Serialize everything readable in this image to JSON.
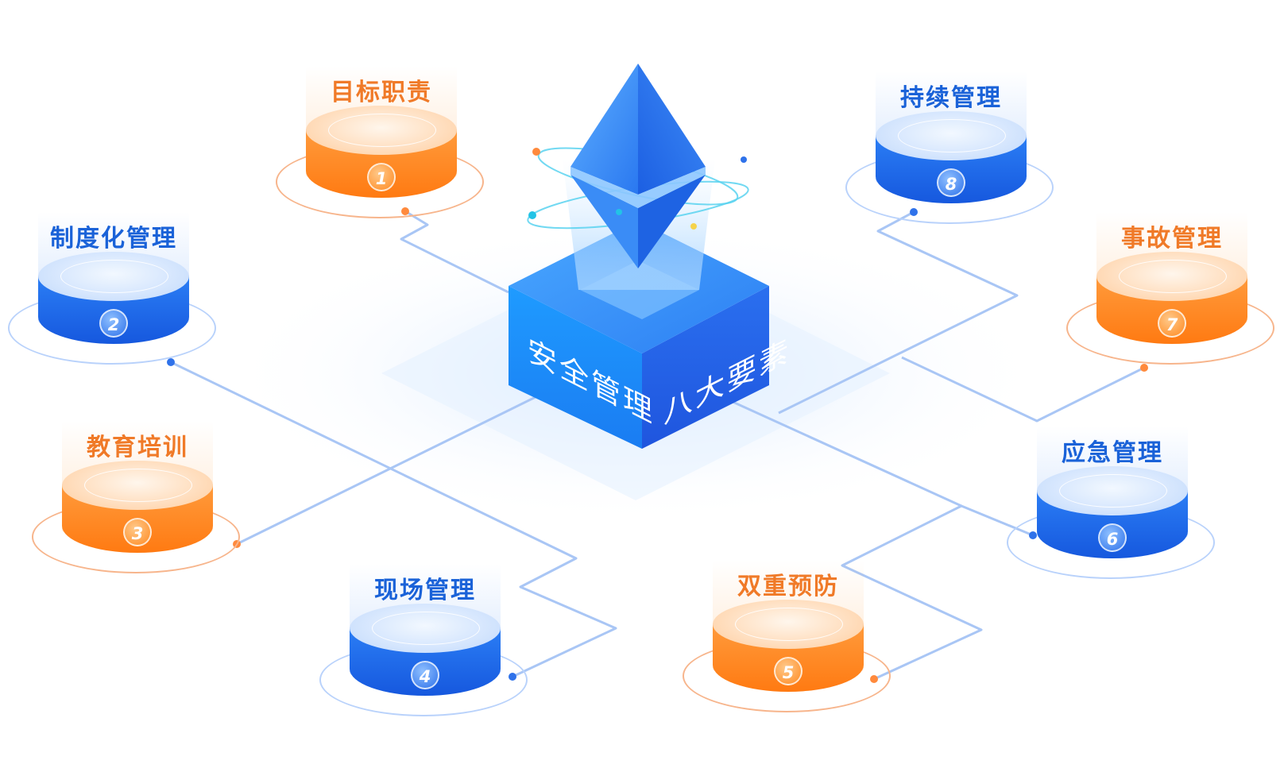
{
  "center": {
    "left_text": "安全管理",
    "right_text": "八大要素"
  },
  "elements": [
    {
      "number": "1",
      "label": "目标职责",
      "theme": "orange"
    },
    {
      "number": "2",
      "label": "制度化管理",
      "theme": "blue"
    },
    {
      "number": "3",
      "label": "教育培训",
      "theme": "orange"
    },
    {
      "number": "4",
      "label": "现场管理",
      "theme": "blue"
    },
    {
      "number": "5",
      "label": "双重预防",
      "theme": "orange"
    },
    {
      "number": "6",
      "label": "应急管理",
      "theme": "blue"
    },
    {
      "number": "7",
      "label": "事故管理",
      "theme": "orange"
    },
    {
      "number": "8",
      "label": "持续管理",
      "theme": "blue"
    }
  ],
  "colors": {
    "orange": "#ff8a22",
    "blue": "#1e6ae8",
    "line": "#a7c4f5",
    "crystal": "#3b8df7"
  }
}
